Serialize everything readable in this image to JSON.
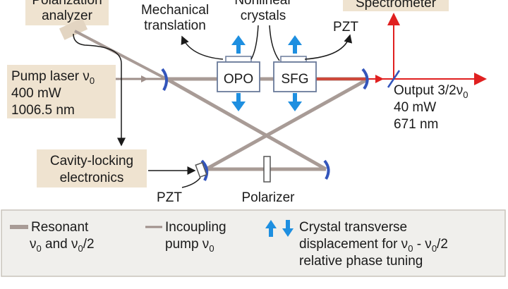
{
  "labels": {
    "polarization_analyzer": [
      "Polarization",
      "analyzer"
    ],
    "mechanical_translation": [
      "Mechanical",
      "translation"
    ],
    "nonlinear_crystals": [
      "Nonlinear",
      "crystals"
    ],
    "spectrometer": "Spectrometer",
    "pzt_top": "PZT",
    "pzt_bottom": "PZT",
    "pump_laser": {
      "line1": "Pump laser ν",
      "line1_sub": "0",
      "line2": "400 mW",
      "line3": "1006.5 nm"
    },
    "output": {
      "line1": "Output 3/2ν",
      "line1_sub": "0",
      "line2": "40 mW",
      "line3": "671 nm"
    },
    "opo": "OPO",
    "sfg": "SFG",
    "cavity_locking": [
      "Cavity-locking",
      "electronics"
    ],
    "polarizer": "Polarizer"
  },
  "legend": {
    "resonant": {
      "line1": "Resonant",
      "line2_a": "ν",
      "line2_a_sub": "0",
      "line2_b": " and ν",
      "line2_b_sub": "0",
      "line2_c": "/2"
    },
    "incoupling": {
      "line1": "Incoupling",
      "line2": "pump ν",
      "line2_sub": "0"
    },
    "crystal": {
      "line1": "Crystal transverse",
      "line2_a": "displacement for ν",
      "line2_a_sub": "0",
      "line2_b": " - ν",
      "line2_b_sub": "0",
      "line2_c": "/2",
      "line3": "relative phase tuning"
    }
  },
  "colors": {
    "label_box": "#efe3d0",
    "resonant_beam": "#a89b96",
    "pump_beam": "#9e8f8a",
    "output_beam": "#e02020",
    "arrow_blue": "#1e8fe0",
    "mirror": "#3355bb"
  }
}
